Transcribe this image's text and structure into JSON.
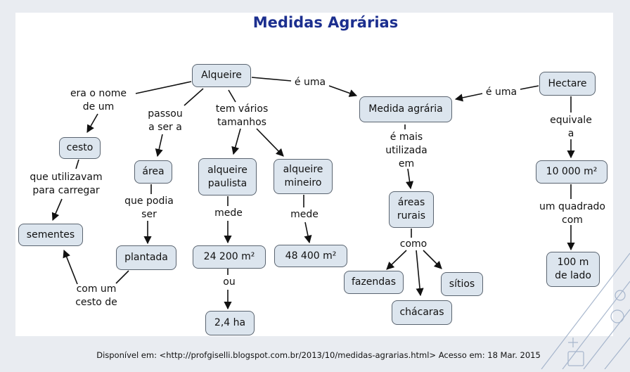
{
  "title": "Medidas Agrárias",
  "nodes": {
    "alqueire": "Alqueire",
    "medida": "Medida agrária",
    "hectare": "Hectare",
    "cesto": "cesto",
    "area": "área",
    "alq_paulista": "alqueire\npaulista",
    "alq_mineiro": "alqueire\nmineiro",
    "areas_rurais": "áreas\nrurais",
    "dez_mil": "10 000  m²",
    "sementes": "sementes",
    "plantada": "plantada",
    "v24200": "24 200  m²",
    "v48400": "48 400  m²",
    "fazendas": "fazendas",
    "sitios": "sítios",
    "chacaras": "chácaras",
    "cem_m": "100 m\nde lado",
    "v24ha": "2,4 ha"
  },
  "labels": {
    "e_uma_1": "é uma",
    "e_uma_2": "é uma",
    "era_o_nome": "era o nome\nde um",
    "passou": "passou\na ser a",
    "tem_varios": "tem vários\ntamanhos",
    "e_mais": "é mais\nutilizada\nem",
    "equivale": "equivale\na",
    "que_utilizavam": "que utilizavam\npara carregar",
    "que_podia": "que podia\nser",
    "mede_1": "mede",
    "mede_2": "mede",
    "como": "como",
    "um_quadrado": "um quadrado\ncom",
    "com_um_cesto": "com um\ncesto de",
    "ou": "ou"
  },
  "footer": "Disponível em: <http://profgiselli.blogspot.com.br/2013/10/medidas-agrarias.html> Acesso em: 18 Mar. 2015",
  "colors": {
    "title": "#1c2f8f",
    "node_fill": "#dce5ee",
    "node_border": "#5a6470",
    "link": "#111111"
  }
}
